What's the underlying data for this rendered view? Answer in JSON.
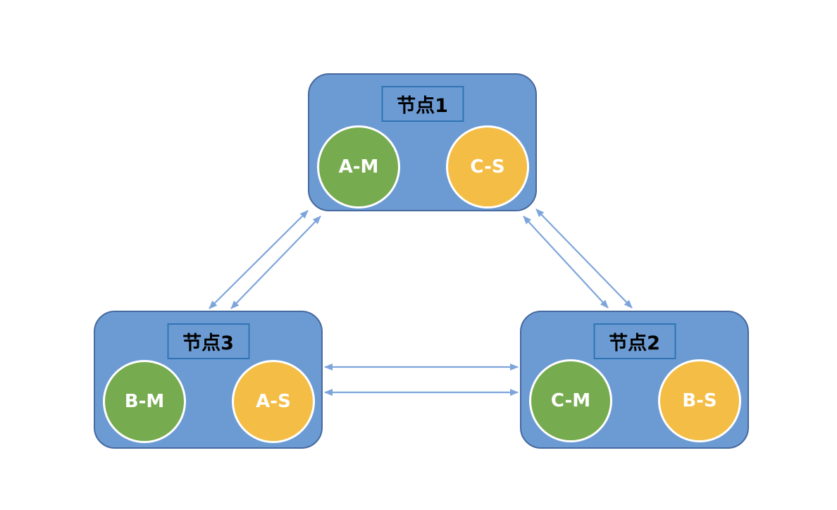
{
  "diagram": {
    "nodes": [
      {
        "label": "节点1",
        "circles": [
          {
            "label": "A-M"
          },
          {
            "label": "C-S"
          }
        ]
      },
      {
        "label": "节点3",
        "circles": [
          {
            "label": "B-M"
          },
          {
            "label": "A-S"
          }
        ]
      },
      {
        "label": "节点2",
        "circles": [
          {
            "label": "C-M"
          },
          {
            "label": "B-S"
          }
        ]
      }
    ],
    "connections": [
      {
        "from": "节点3",
        "to": "节点1",
        "type": "bidirectional",
        "lines": 2
      },
      {
        "from": "节点1",
        "to": "节点2",
        "type": "bidirectional",
        "lines": 2
      },
      {
        "from": "节点3",
        "to": "节点2",
        "type": "bidirectional",
        "lines": 2
      }
    ],
    "colors": {
      "background": "#FFFFFF",
      "node_fill": "#6C9BD3",
      "node_border": "#46699E",
      "label_box_border": "#2E74B5",
      "master_circle": "#76AB4F",
      "slave_circle": "#F4BD45",
      "circle_border": "#FFFFFF",
      "arrow": "#7EA5DB",
      "node_text": "#000000",
      "circle_text": "#FFFFFF"
    }
  }
}
